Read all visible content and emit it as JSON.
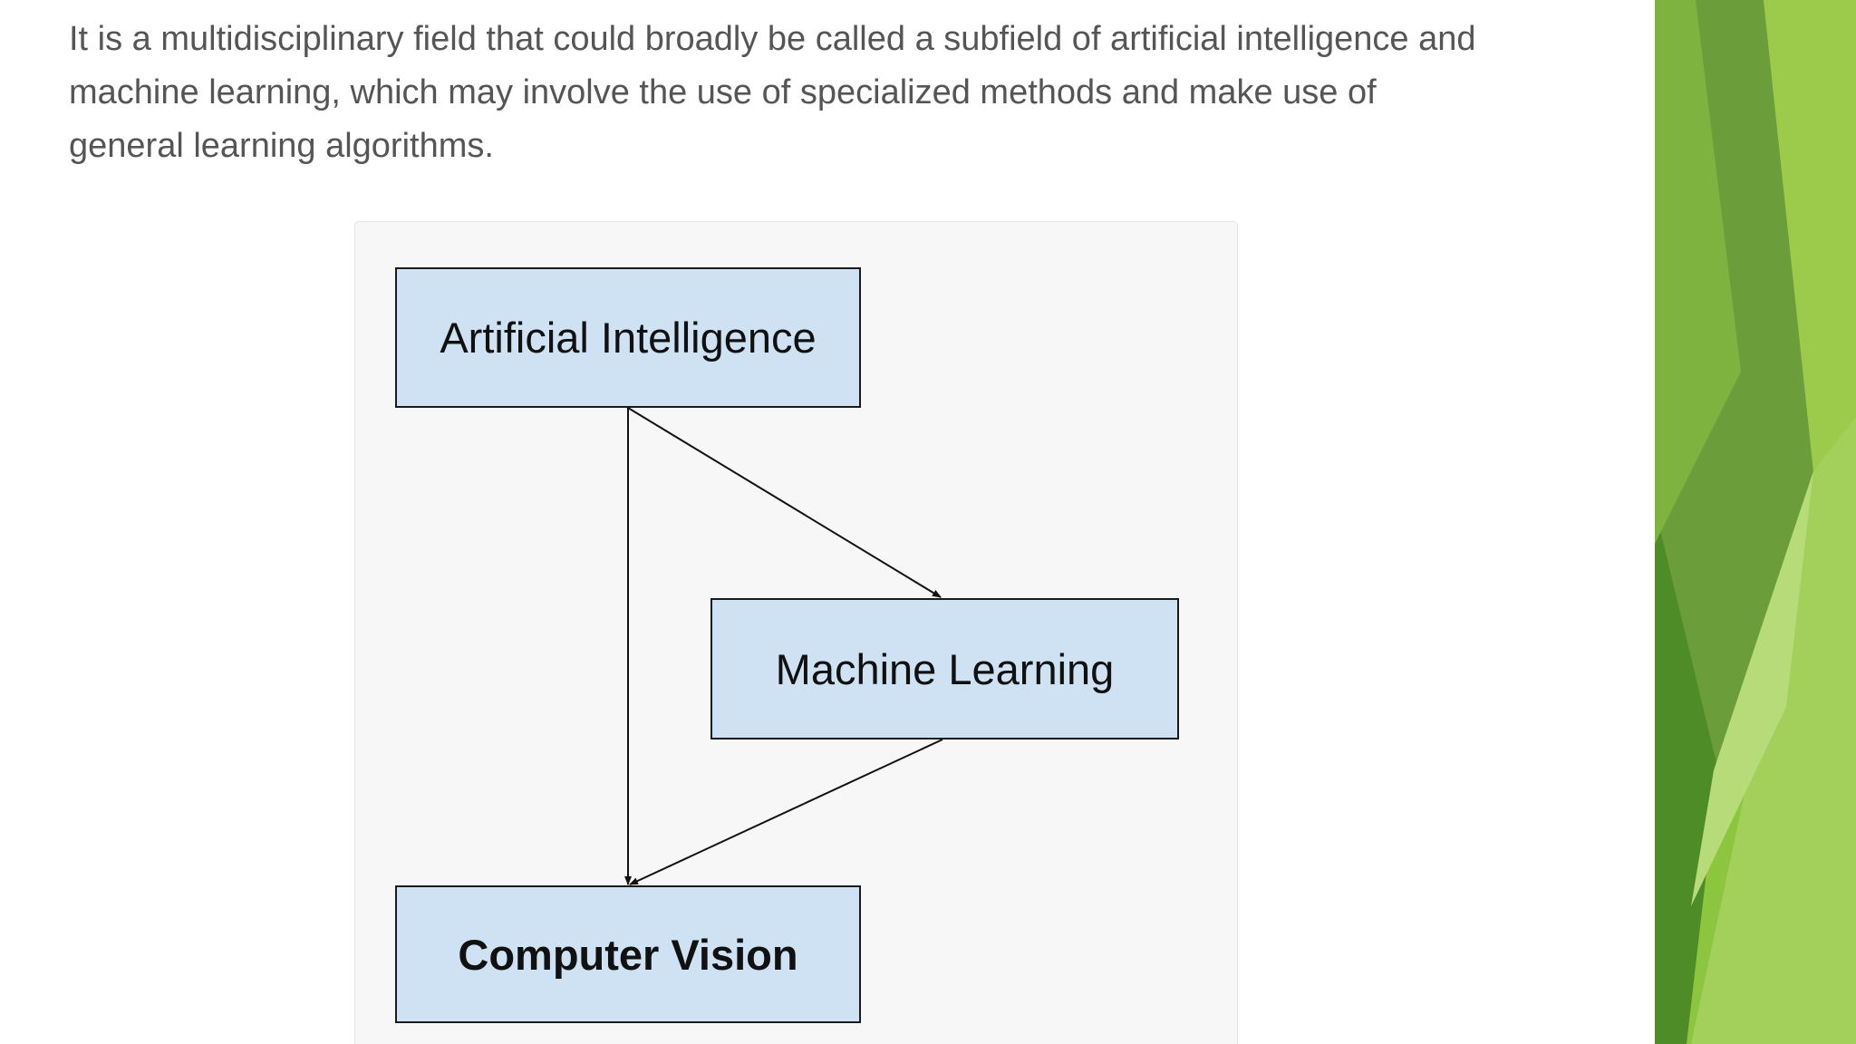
{
  "intro": {
    "lines": [
      "It is a multidisciplinary field that could broadly be called a subfield of artificial intelligence and",
      "machine learning, which may involve the use of specialized methods and make use of",
      "general learning algorithms."
    ]
  },
  "diagram": {
    "nodes": {
      "ai": "Artificial Intelligence",
      "ml": "Machine Learning",
      "cv": "Computer Vision"
    },
    "edges": [
      {
        "from": "Artificial Intelligence",
        "to": "Machine Learning"
      },
      {
        "from": "Artificial Intelligence",
        "to": "Computer Vision"
      },
      {
        "from": "Machine Learning",
        "to": "Computer Vision"
      }
    ],
    "colors": {
      "node_fill": "#cfe2f3",
      "node_border": "#1a1a1a",
      "panel_background": "#f7f7f7",
      "text": "#555555"
    }
  },
  "theme": {
    "accent_colors": [
      "#8dc63f",
      "#6a9f3a",
      "#4f8a24",
      "#a8d15c"
    ]
  }
}
